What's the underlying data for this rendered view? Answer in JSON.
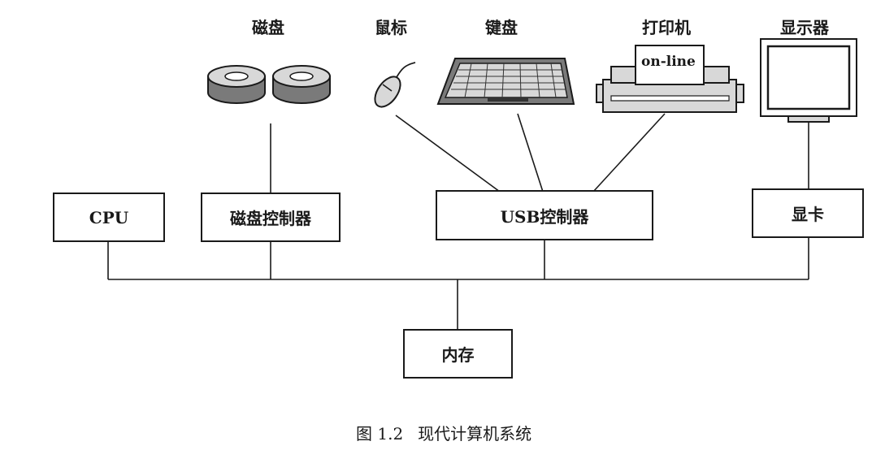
{
  "devices": {
    "disk": "磁盘",
    "mouse": "鼠标",
    "keyboard": "键盘",
    "printer": "打印机",
    "monitor": "显示器",
    "printer_status": "on-line"
  },
  "components": {
    "cpu": "CPU",
    "disk_controller": "磁盘控制器",
    "usb_controller": "USB控制器",
    "graphics_card": "显卡",
    "memory": "内存"
  },
  "caption": {
    "number": "图 1.2",
    "title": "现代计算机系统"
  },
  "colors": {
    "line": "#1a1a1a",
    "device_fill": "#d8d8d8",
    "device_dark": "#7a7a7a"
  }
}
